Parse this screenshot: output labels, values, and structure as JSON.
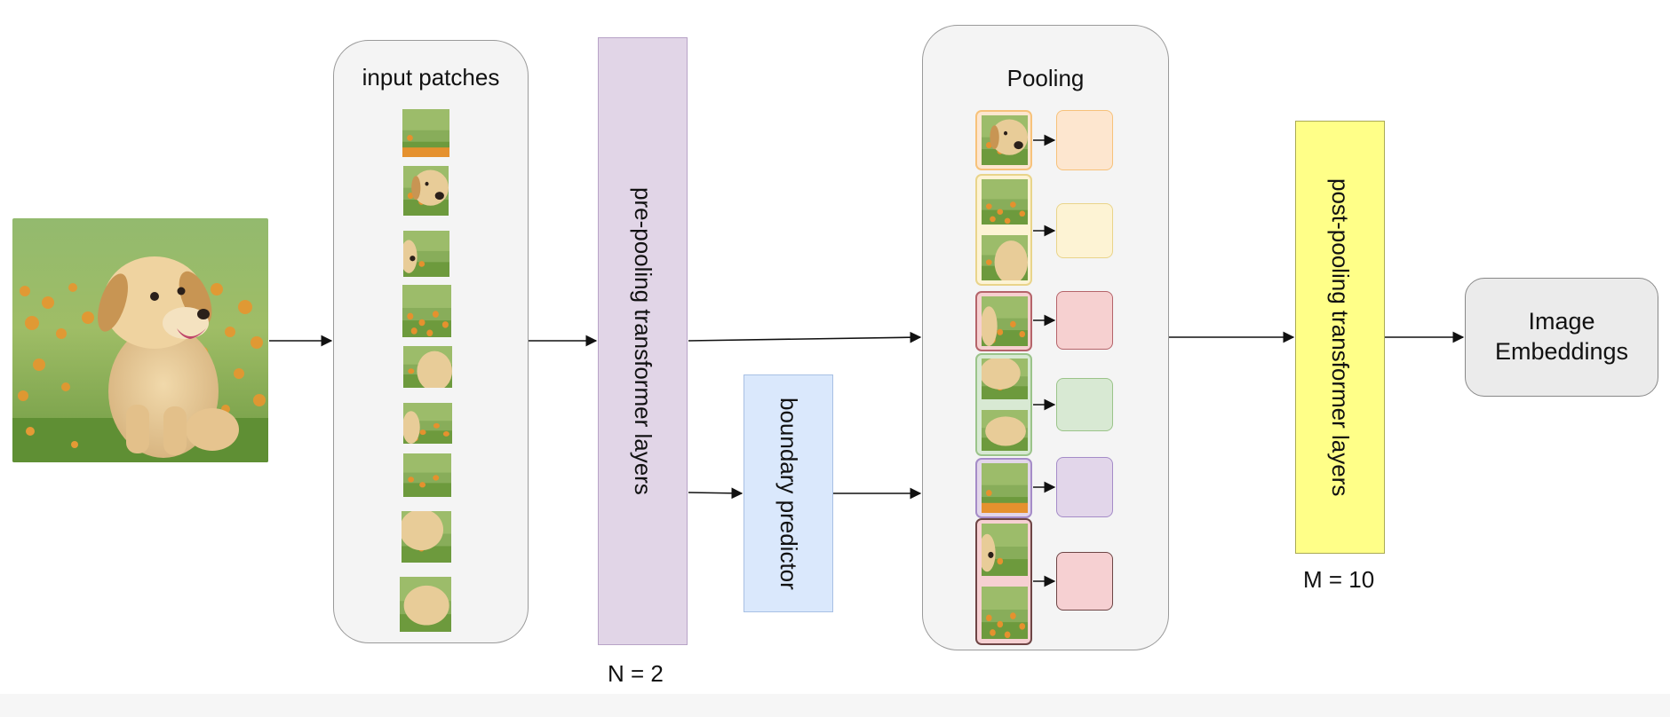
{
  "input_image": {
    "subject": "golden retriever puppy sitting in grass with orange flowers"
  },
  "input_panel": {
    "title": "input patches"
  },
  "pre_pooling": {
    "label": "pre-pooling transformer layers",
    "depth": "N = 2",
    "fill": "#e1d5e7"
  },
  "boundary": {
    "label": "boundary predictor",
    "fill": "#dae8fc"
  },
  "pooling": {
    "title": "Pooling",
    "groups": [
      {
        "patches": 1,
        "color": "#f7c27a",
        "fill": "#fde6cf"
      },
      {
        "patches": 2,
        "color": "#e9d48a",
        "fill": "#fdf3d4"
      },
      {
        "patches": 1,
        "color": "#b5646a",
        "fill": "#f6d0d0"
      },
      {
        "patches": 2,
        "color": "#9bc48a",
        "fill": "#d8e9d3"
      },
      {
        "patches": 1,
        "color": "#a58cc8",
        "fill": "#e2d6ea"
      },
      {
        "patches": 2,
        "color": "#6e4545",
        "fill": "#f6d0d2"
      }
    ]
  },
  "post_pooling": {
    "label": "post-pooling transformer layers",
    "depth": "M = 10",
    "fill": "#ffff88"
  },
  "output": {
    "label": "Image Embeddings"
  }
}
